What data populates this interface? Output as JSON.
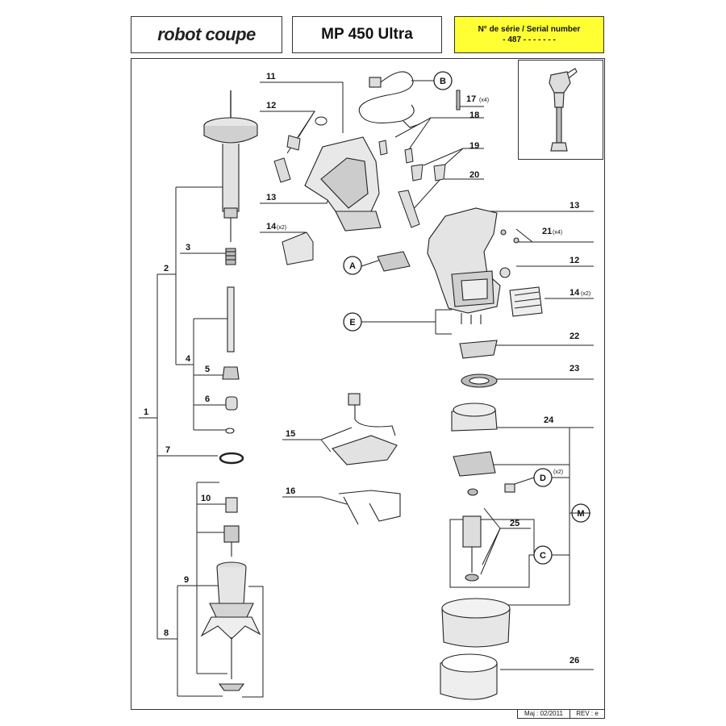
{
  "header": {
    "brand": "robot coupe",
    "model": "MP 450 Ultra",
    "serial_label": "N° de série / Serial number",
    "serial_value": "- 487 - - - - -   - -"
  },
  "footer": {
    "maj": "Maj : 02/2011",
    "rev": "REV : e"
  },
  "callouts": {
    "n1": "1",
    "n2": "2",
    "n3": "3",
    "n4": "4",
    "n5": "5",
    "n6": "6",
    "n7": "7",
    "n8": "8",
    "n9": "9",
    "n10": "10",
    "n11": "11",
    "n12a": "12",
    "n12b": "12",
    "n13a": "13",
    "n13b": "13",
    "n14a": "14",
    "n14b": "14",
    "n15": "15",
    "n16": "16",
    "n17": "17",
    "n18": "18",
    "n19": "19",
    "n20": "20",
    "n21": "21",
    "n22": "22",
    "n23": "23",
    "n24": "24",
    "n25": "25",
    "n26": "26",
    "x4a": "(x4)",
    "x4b": "(x4)",
    "x2a": "(x2)",
    "x2b": "(x2)",
    "x2c": "(x2)"
  },
  "circle_labels": {
    "A": "A",
    "B": "B",
    "C": "C",
    "D": "D",
    "E": "E",
    "M": "M"
  }
}
